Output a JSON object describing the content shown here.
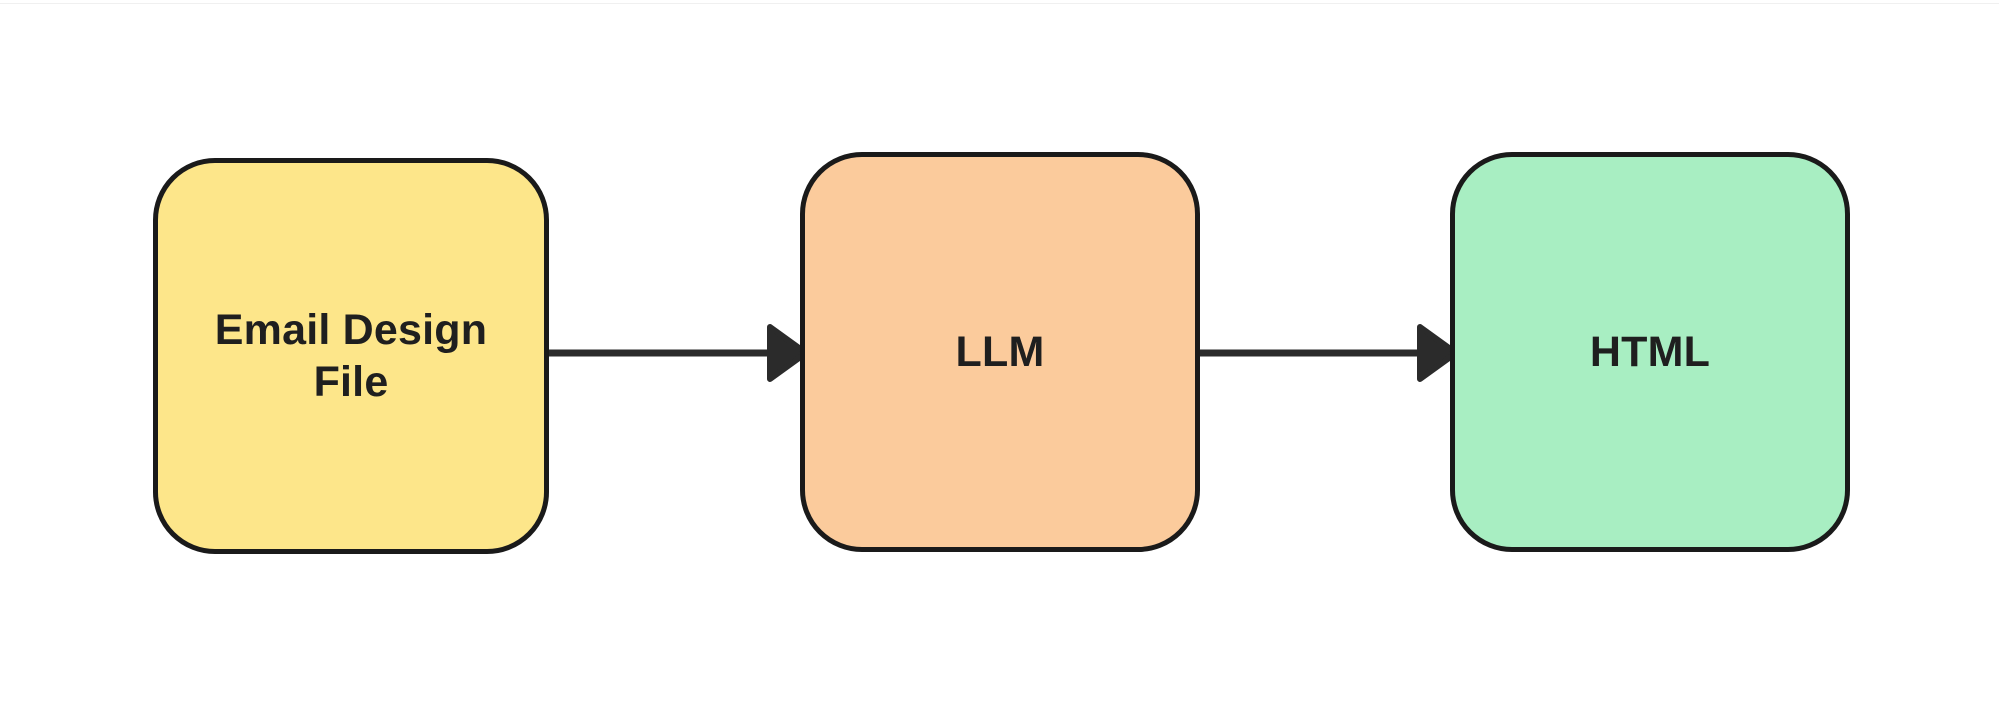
{
  "diagram": {
    "title": "Email Design File to HTML conversion flow",
    "type": "flowchart",
    "orientation": "left-to-right",
    "background_color": "#ffffff",
    "border_color": "#1a1a1a",
    "text_color": "#1f1f1f",
    "arrow_color": "#2b2b2b",
    "nodes": [
      {
        "id": "email-design-file",
        "label": "Email Design File",
        "shape": "rounded-rectangle",
        "fill_color": "#fde68a"
      },
      {
        "id": "llm",
        "label": "LLM",
        "shape": "rounded-rectangle",
        "fill_color": "#fbcb9c"
      },
      {
        "id": "html",
        "label": "HTML",
        "shape": "rounded-rectangle",
        "fill_color": "#a8eec2"
      }
    ],
    "edges": [
      {
        "id": "edge-1",
        "from": "email-design-file",
        "to": "llm",
        "label": "",
        "arrowhead": "solid-triangle"
      },
      {
        "id": "edge-2",
        "from": "llm",
        "to": "html",
        "label": "",
        "arrowhead": "solid-triangle"
      }
    ]
  }
}
